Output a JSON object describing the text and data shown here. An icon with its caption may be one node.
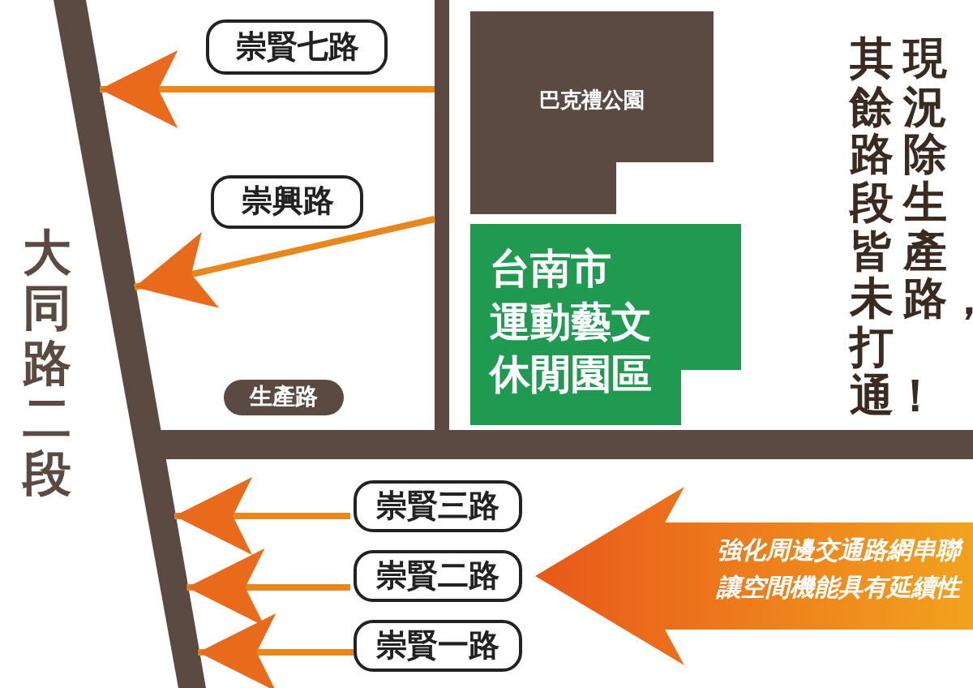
{
  "diagram": {
    "nodes": [
      {
        "text": [],
        "shape": "bar",
        "beside": [
          "大同路二段"
        ]
      },
      {
        "text": [
          "巴克禮公園"
        ]
      },
      {
        "text": [
          "台南市運動藝文休閒園區"
        ]
      },
      {
        "text": [
          "強化周邊交通路網串聯讓空間機能具有延續性"
        ]
      },
      {
        "text": [],
        "shape": "bar"
      },
      {
        "text": [],
        "shape": "bar"
      }
    ],
    "edges": [
      {
        "from": 4,
        "to": 0,
        "arrow": "to",
        "label": "崇賢七路"
      },
      {
        "from": 4,
        "to": 0,
        "arrow": "to",
        "label": "崇興路"
      },
      {
        "from": null,
        "to": 0,
        "arrow": "to",
        "label": "崇賢三路"
      },
      {
        "from": null,
        "to": 0,
        "arrow": "to",
        "label": "崇賢二路"
      },
      {
        "from": null,
        "to": 0,
        "arrow": "to",
        "label": "崇賢一路"
      }
    ],
    "labels": [
      "現況除生產路，",
      "其餘路段皆未打通！",
      "生產路"
    ]
  }
}
